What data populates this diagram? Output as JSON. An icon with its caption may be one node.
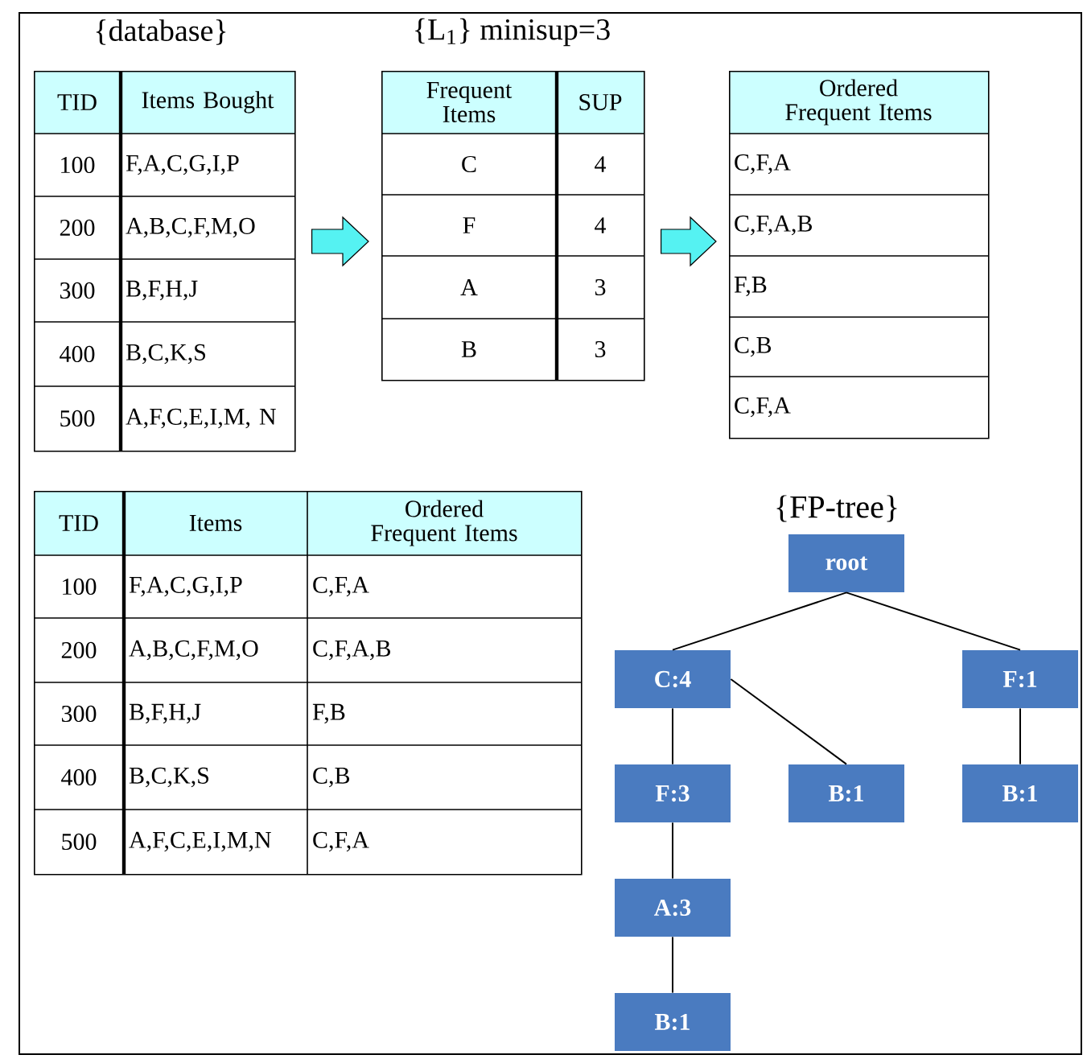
{
  "diagram": {
    "nodes": [
      {
        "text": [
          "{database}",
          "TID",
          "Items Bought",
          "100",
          "F,A,C,G,I,P",
          "200",
          "A,B,C,F,M,O",
          "300",
          "B,F,H,J",
          "400",
          "B,C,K,S",
          "500",
          "A,F,C,E,I,M, N"
        ]
      },
      {
        "text": [
          "{L$_{1}$} minisup=3",
          "Frequent Items",
          "SUP",
          "C",
          "4",
          "F",
          "4",
          "A",
          "3",
          "B",
          "3"
        ]
      },
      {
        "text": [
          "Ordered Frequent Items",
          "C,F,A",
          "C,F,A,B",
          "F,B",
          "C,B",
          "C,F,A"
        ]
      },
      {
        "text": [
          "TID",
          "Items",
          "Ordered Frequent Items",
          "100",
          "F,A,C,G,I,P",
          "C,F,A",
          "200",
          "A,B,C,F,M,O",
          "C,F,A,B",
          "300",
          "B,F,H,J",
          "F,B",
          "400",
          "B,C,K,S",
          "C,B",
          "500",
          "A,F,C,E,I,M,N",
          "C,F,A"
        ]
      },
      {
        "text": [
          "root"
        ]
      },
      {
        "text": [
          "C:4"
        ]
      },
      {
        "text": [
          "F:1"
        ]
      },
      {
        "text": [
          "F:3"
        ]
      },
      {
        "text": [
          "B:1"
        ]
      },
      {
        "text": [
          "B:1"
        ]
      },
      {
        "text": [
          "A:3"
        ]
      },
      {
        "text": [
          "B:1"
        ]
      }
    ],
    "edges": [
      {
        "from": 0,
        "to": 1,
        "arrow": "to"
      },
      {
        "from": 1,
        "to": 2,
        "arrow": "to"
      },
      {
        "from": 4,
        "to": 5,
        "arrow": "none"
      },
      {
        "from": 4,
        "to": 6,
        "arrow": "none"
      },
      {
        "from": 5,
        "to": 7,
        "arrow": "none"
      },
      {
        "from": 5,
        "to": 8,
        "arrow": "none"
      },
      {
        "from": 6,
        "to": 9,
        "arrow": "none"
      },
      {
        "from": 7,
        "to": 10,
        "arrow": "none"
      },
      {
        "from": 10,
        "to": 11,
        "arrow": "none"
      }
    ],
    "labels": [
      "{FP-tree}"
    ]
  }
}
